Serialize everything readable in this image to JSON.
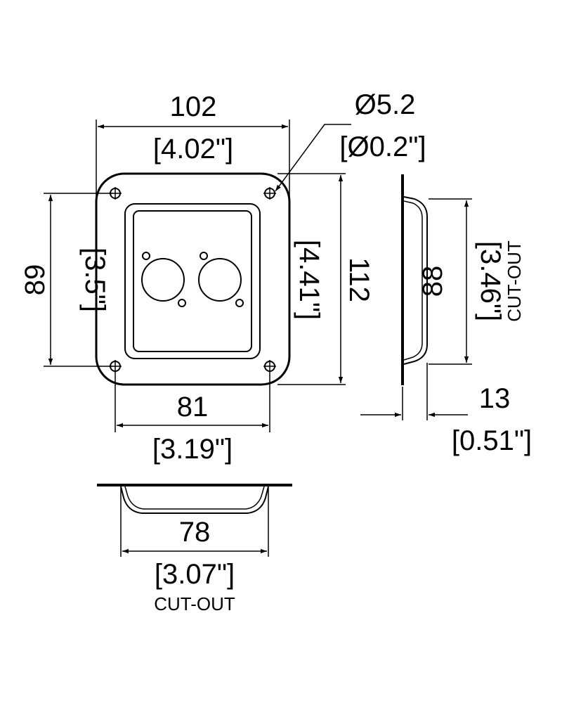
{
  "dimensions": {
    "top_width_mm": "102",
    "top_width_in": "[4.02\"]",
    "hole_dia_mm": "Ø5.2",
    "hole_dia_in": "[Ø0.2\"]",
    "hole_spacing_v_mm": "89",
    "hole_spacing_v_in": "[3.5\"]",
    "height_mm": "112",
    "height_in": "[4.41\"]",
    "hole_spacing_h_mm": "81",
    "hole_spacing_h_in": "[3.19\"]",
    "cutout_h_mm": "88",
    "cutout_h_in": "[3.46\"]",
    "cutout_h_label": "CUT-OUT",
    "depth_mm": "13",
    "depth_in": "[0.51\"]",
    "cutout_w_mm": "78",
    "cutout_w_in": "[3.07\"]",
    "cutout_w_label": "CUT-OUT"
  }
}
